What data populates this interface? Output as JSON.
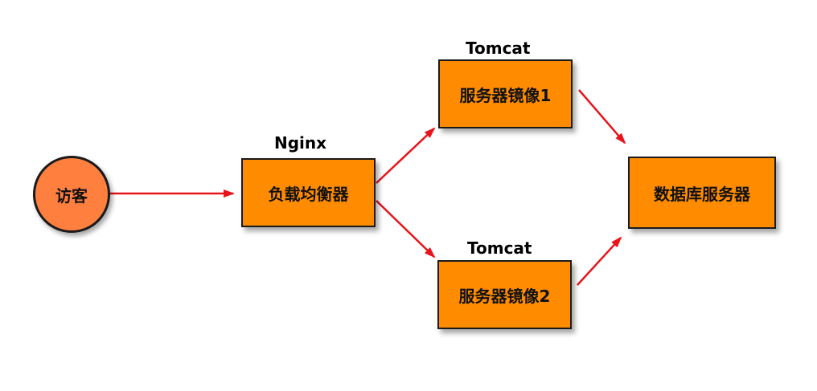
{
  "nodes": {
    "visitor": {
      "label": "访客"
    },
    "load_balancer": {
      "label": "负载均衡器",
      "tag": "Nginx"
    },
    "server_mirror_1": {
      "label": "服务器镜像1",
      "tag": "Tomcat"
    },
    "server_mirror_2": {
      "label": "服务器镜像2",
      "tag": "Tomcat"
    },
    "database_server": {
      "label": "数据库服务器"
    }
  },
  "colors": {
    "box_fill": "#ff8c00",
    "circle_fill": "#ff7f3f",
    "arrow": "#e8141b",
    "border": "#1a1a1a"
  }
}
